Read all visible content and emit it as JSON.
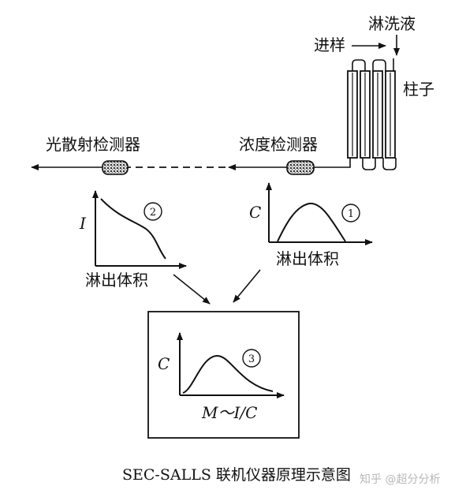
{
  "labels": {
    "eluent": "淋洗液",
    "sample_injection": "进样",
    "column": "柱子",
    "light_scattering_detector": "光散射检测器",
    "concentration_detector": "浓度检测器",
    "elution_volume_left": "淋出体积",
    "elution_volume_right": "淋出体积",
    "caption": "SEC-SALLS 联机仪器原理示意图",
    "watermark": "知乎 @超分分析"
  },
  "plots": {
    "plot1": {
      "y_label": "C",
      "number": "1"
    },
    "plot2": {
      "y_label": "I",
      "number": "2"
    },
    "plot3": {
      "y_label": "C",
      "x_label": "M～I/C",
      "number": "3"
    }
  }
}
